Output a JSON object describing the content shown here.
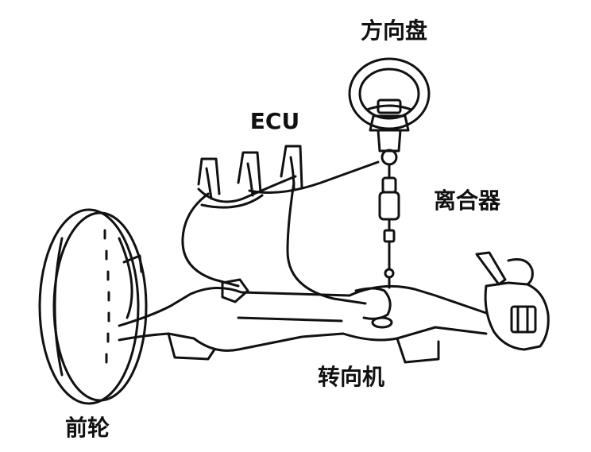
{
  "labels": {
    "steering_wheel": "方向盘",
    "ecu": "ECU",
    "clutch": "离合器",
    "steering_gear": "转向机",
    "front_wheel": "前轮"
  },
  "colors": {
    "line": "#111111",
    "background": "#ffffff"
  }
}
